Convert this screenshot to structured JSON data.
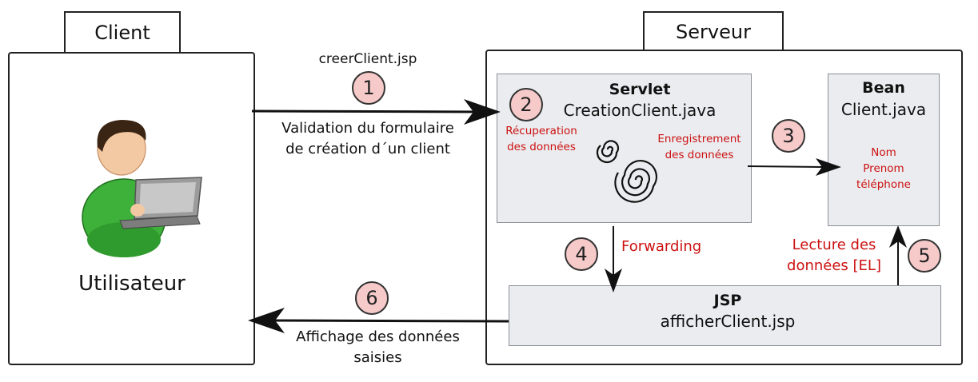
{
  "client": {
    "tab_label": "Client",
    "user_label": "Utilisateur"
  },
  "server": {
    "tab_label": "Serveur"
  },
  "servlet": {
    "title": "Servlet",
    "file": "CreationClient.java",
    "recup_line1": "Récuperation",
    "recup_line2": "des données",
    "enreg_line1": "Enregistrement",
    "enreg_line2": "des données"
  },
  "bean": {
    "title": "Bean",
    "file": "Client.java",
    "fields": [
      "Nom",
      "Prenom",
      "téléphone"
    ]
  },
  "jsp": {
    "title": "JSP",
    "file": "afficherClient.jsp"
  },
  "arrows": {
    "request_file": "creerClient.jsp",
    "validation_line1": "Validation du formulaire",
    "validation_line2": "de création d´un client",
    "forwarding": "Forwarding",
    "lecture_line1": "Lecture des",
    "lecture_line2": "données [EL]",
    "affichage_line1": "Affichage des données",
    "affichage_line2": "saisies"
  },
  "steps": [
    "1",
    "2",
    "3",
    "4",
    "5",
    "6"
  ]
}
